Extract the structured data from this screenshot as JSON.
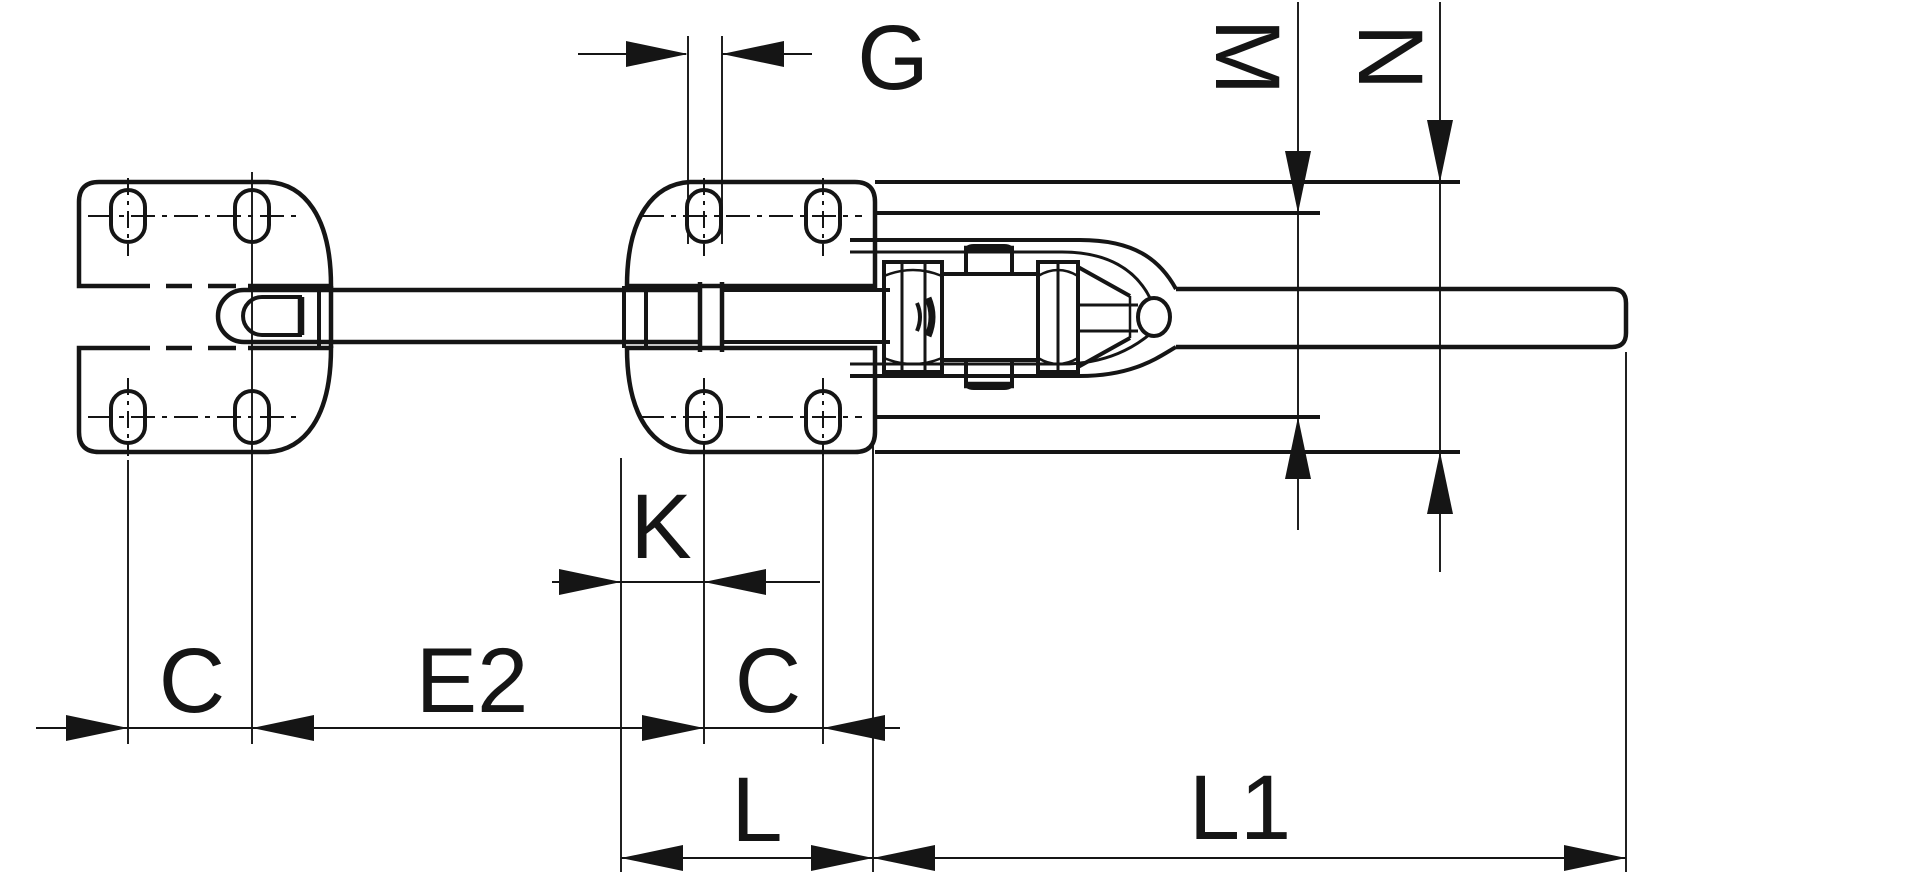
{
  "meta": {
    "figure_type": "engineering-dimension-drawing",
    "subject": "latch-type toggle clamp, side view",
    "background_color": "#ffffff",
    "line_color": "#151515"
  },
  "labels": {
    "g": "G",
    "m": "M",
    "n": "N",
    "k": "K",
    "c_left": "C",
    "e2": "E2",
    "c_center": "C",
    "l": "L",
    "l1": "L1"
  }
}
